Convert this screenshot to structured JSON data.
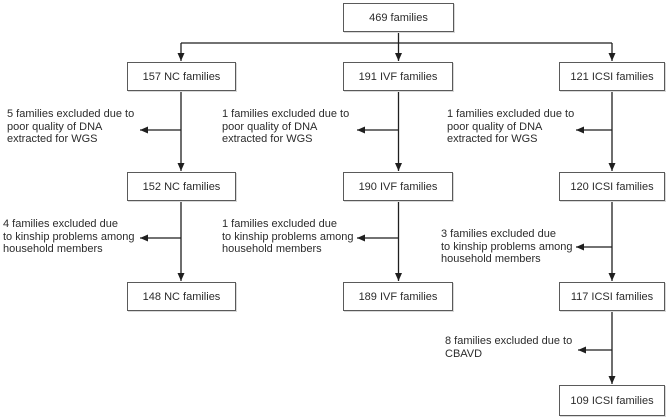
{
  "diagram": {
    "title_hint": "Family inclusion flowchart",
    "root_label": "469 families",
    "columns": [
      {
        "name": "NC",
        "stage1": "157 NC families",
        "exclusion1": "5 families excluded due to\npoor quality of DNA\nextracted for WGS",
        "stage2": "152 NC families",
        "exclusion2": "4 families excluded due\nto kinship problems among\nhousehold members",
        "stage3": "148 NC families"
      },
      {
        "name": "IVF",
        "stage1": "191 IVF families",
        "exclusion1": "1 families excluded due to\npoor quality of DNA\nextracted for WGS",
        "stage2": "190 IVF families",
        "exclusion2": "1 families excluded due\nto kinship problems among\nhousehold members",
        "stage3": "189 IVF families"
      },
      {
        "name": "ICSI",
        "stage1": "121 ICSI families",
        "exclusion1": "1 families excluded due to\npoor quality of DNA\nextracted for WGS",
        "stage2": "120 ICSI families",
        "exclusion2": "3 families excluded due\nto kinship problems among\nhousehold members",
        "stage3": "117 ICSI families",
        "exclusion3": "8 families excluded due to\nCBAVD",
        "stage4": "109 ICSI families"
      }
    ],
    "colors": {
      "box_border": "#5a5a5a",
      "line": "#1f1f1f",
      "text": "#2b2b2b",
      "background": "#ffffff"
    }
  }
}
